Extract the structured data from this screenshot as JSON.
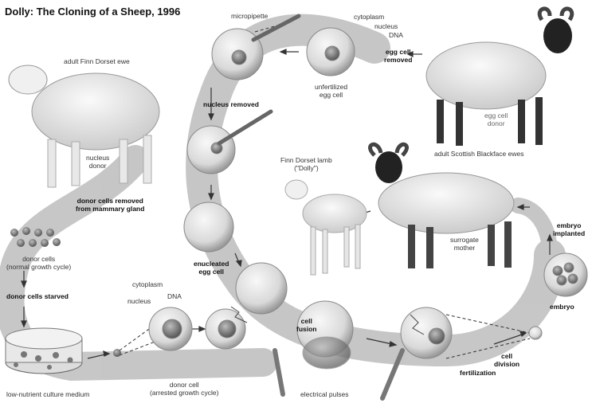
{
  "title": "Dolly: The Cloning of a Sheep, 1996",
  "labels": {
    "adult_finn_dorset_ewe": "adult Finn Dorset ewe",
    "nucleus_donor": "nucleus\ndonor",
    "donor_cells_removed": "donor cells removed\nfrom mammary gland",
    "donor_cells_normal": "donor cells\n(normal growth cycle)",
    "donor_cells_starved": "donor cells starved",
    "low_nutrient_medium": "low-nutrient culture medium",
    "micropipette": "micropipette",
    "cytoplasm_top": "cytoplasm",
    "nucleus_top": "nucleus",
    "dna_top": "DNA",
    "egg_cell_removed": "egg cell\nremoved",
    "unfertilized_egg": "unfertilized\negg cell",
    "nucleus_removed": "nucleus removed",
    "enucleated_egg": "enucleated\negg cell",
    "cytoplasm_bottom": "cytoplasm",
    "nucleus_bottom": "nucleus",
    "dna_bottom": "DNA",
    "donor_cell_arrested": "donor cell\n(arrested growth cycle)",
    "electrical_pulses": "electrical pulses",
    "cell_fusion": "cell\nfusion",
    "fertilization": "fertilization",
    "cell_division": "cell\ndivision",
    "embryo": "embryo",
    "embryo_implanted": "embryo\nimplanted",
    "surrogate_mother": "surrogate\nmother",
    "finn_dorset_lamb": "Finn Dorset lamb\n(\"Dolly\")",
    "adult_scottish_blackface": "adult Scottish Blackface ewes",
    "egg_cell_donor": "egg cell\ndonor"
  }
}
